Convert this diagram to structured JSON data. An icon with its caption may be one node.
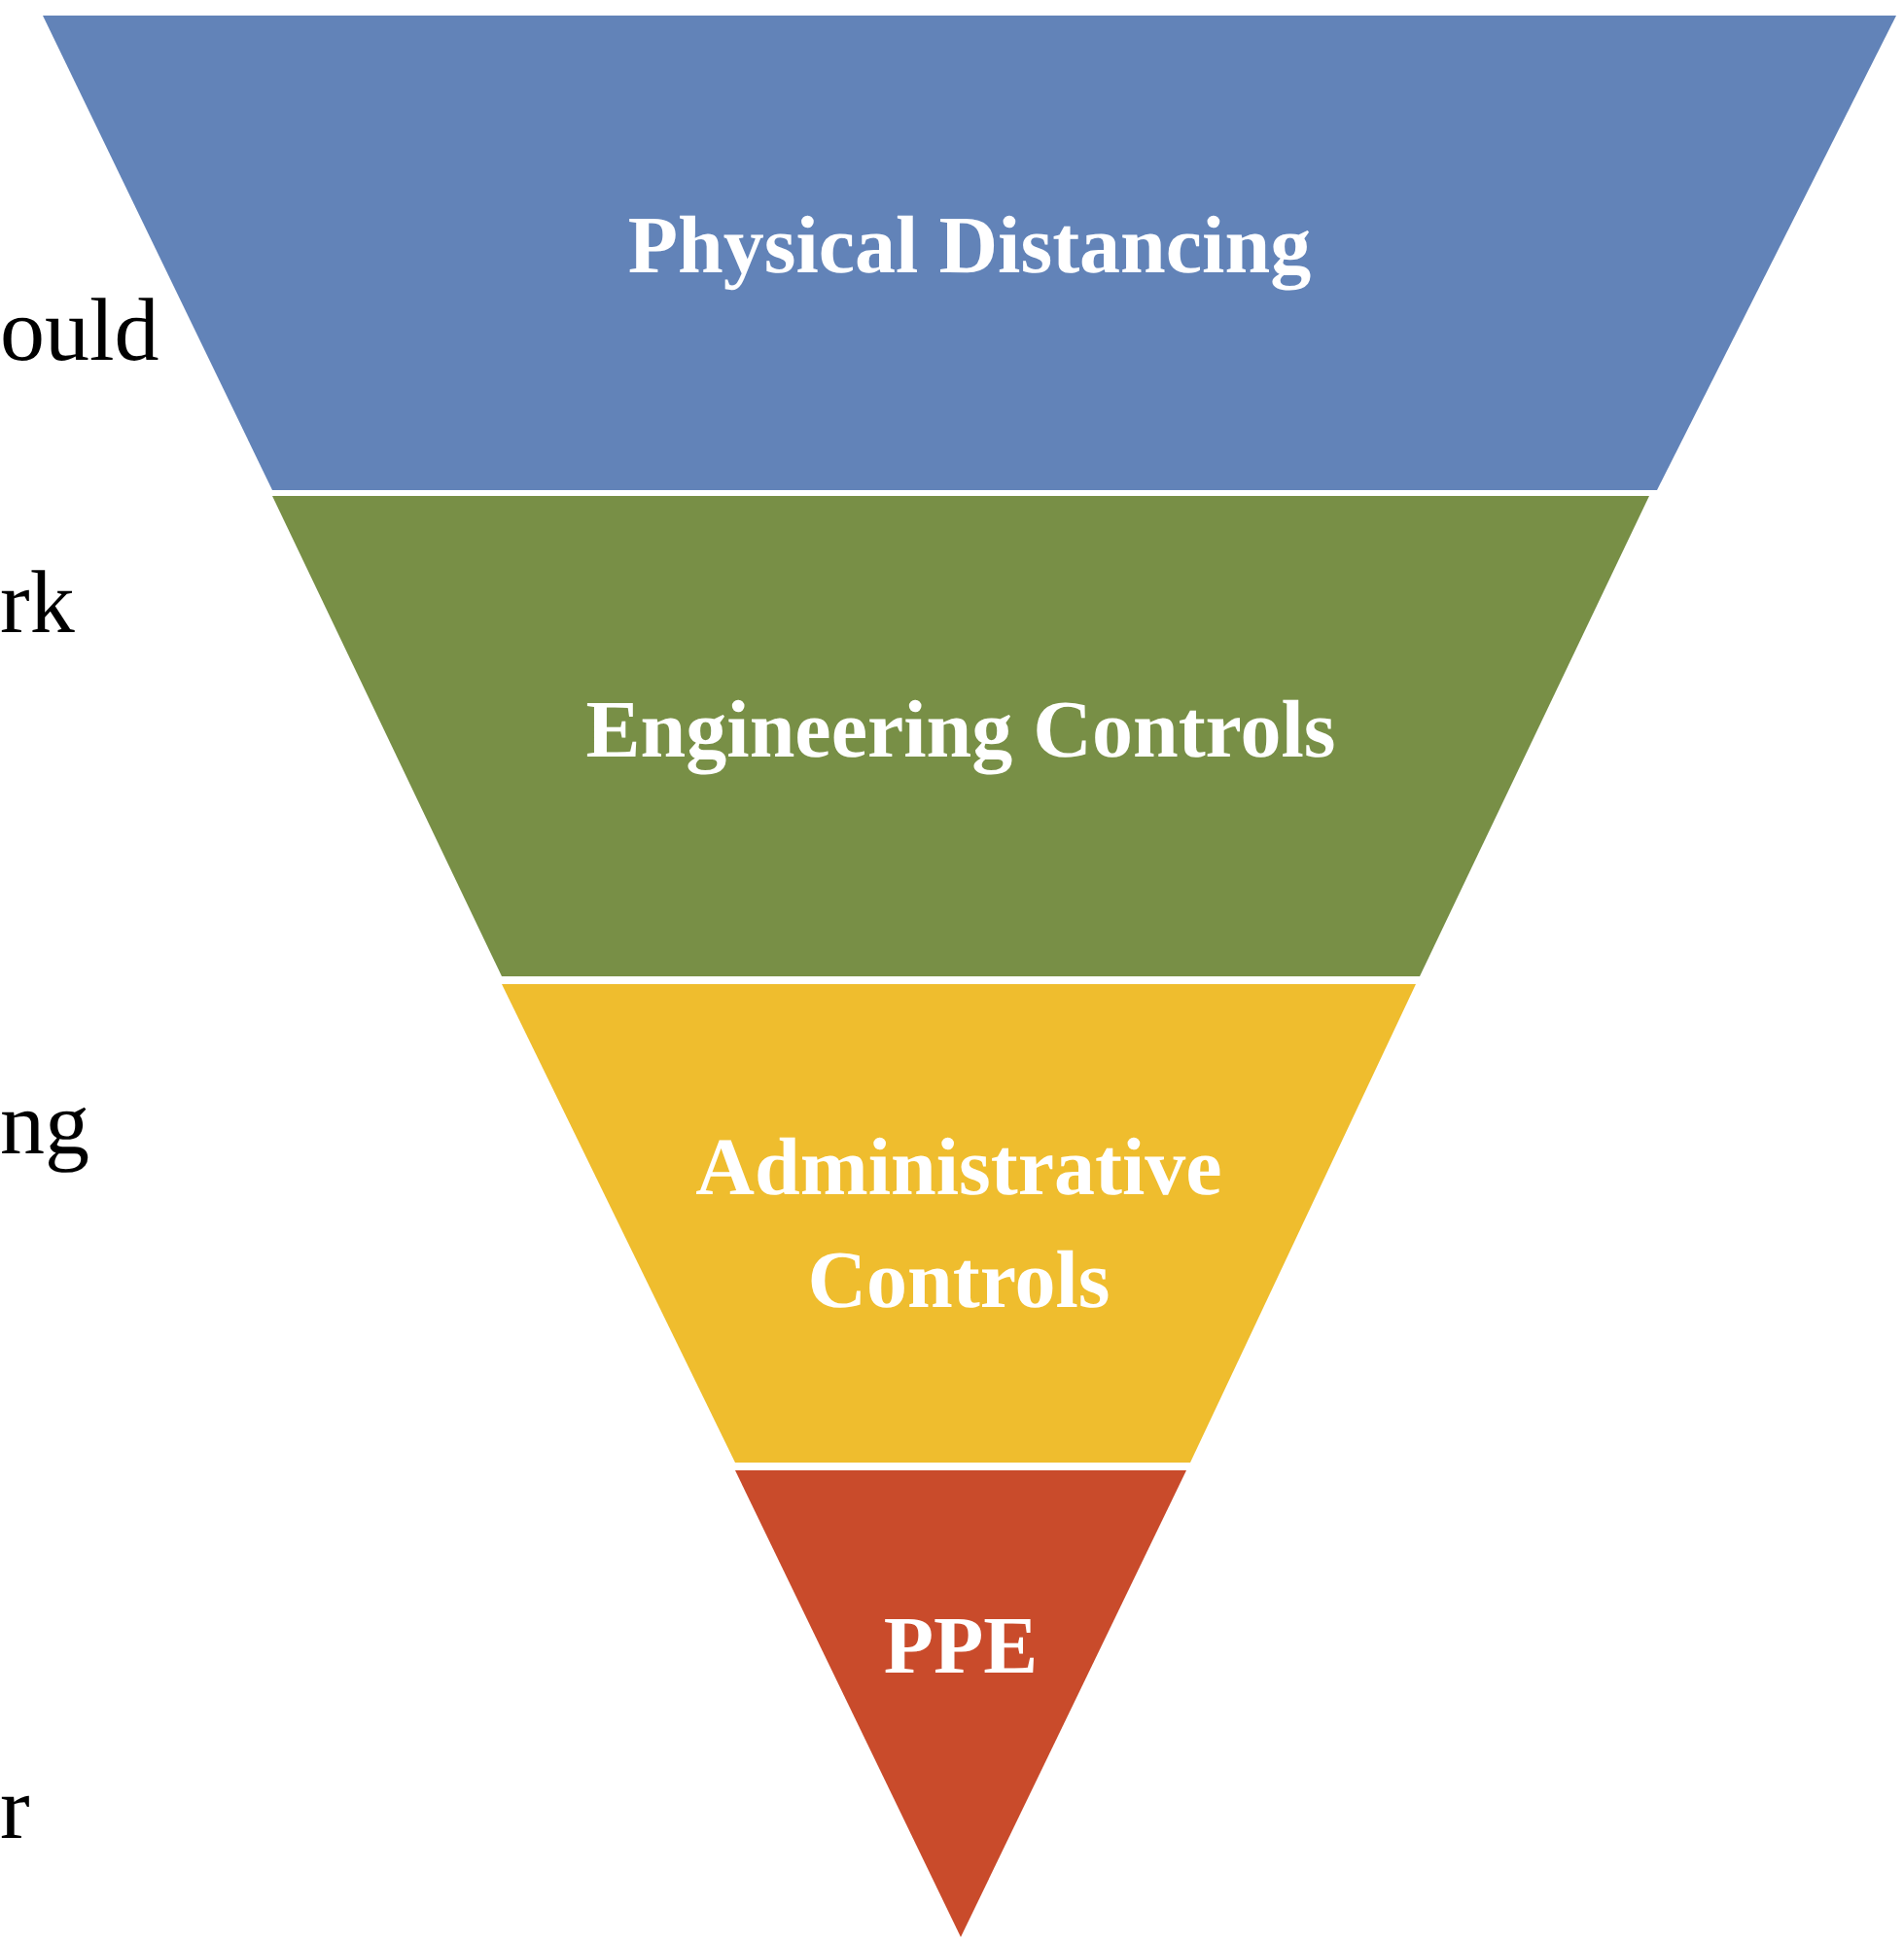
{
  "diagram": {
    "nodes": [
      {
        "text": [
          "Physical Distancing"
        ]
      },
      {
        "text": [
          "Engineering Controls"
        ]
      },
      {
        "text": [
          "Administrative Controls"
        ]
      },
      {
        "text": [
          "PPE"
        ]
      }
    ],
    "labels": [
      "ould",
      "rk",
      "ng",
      "r"
    ]
  }
}
